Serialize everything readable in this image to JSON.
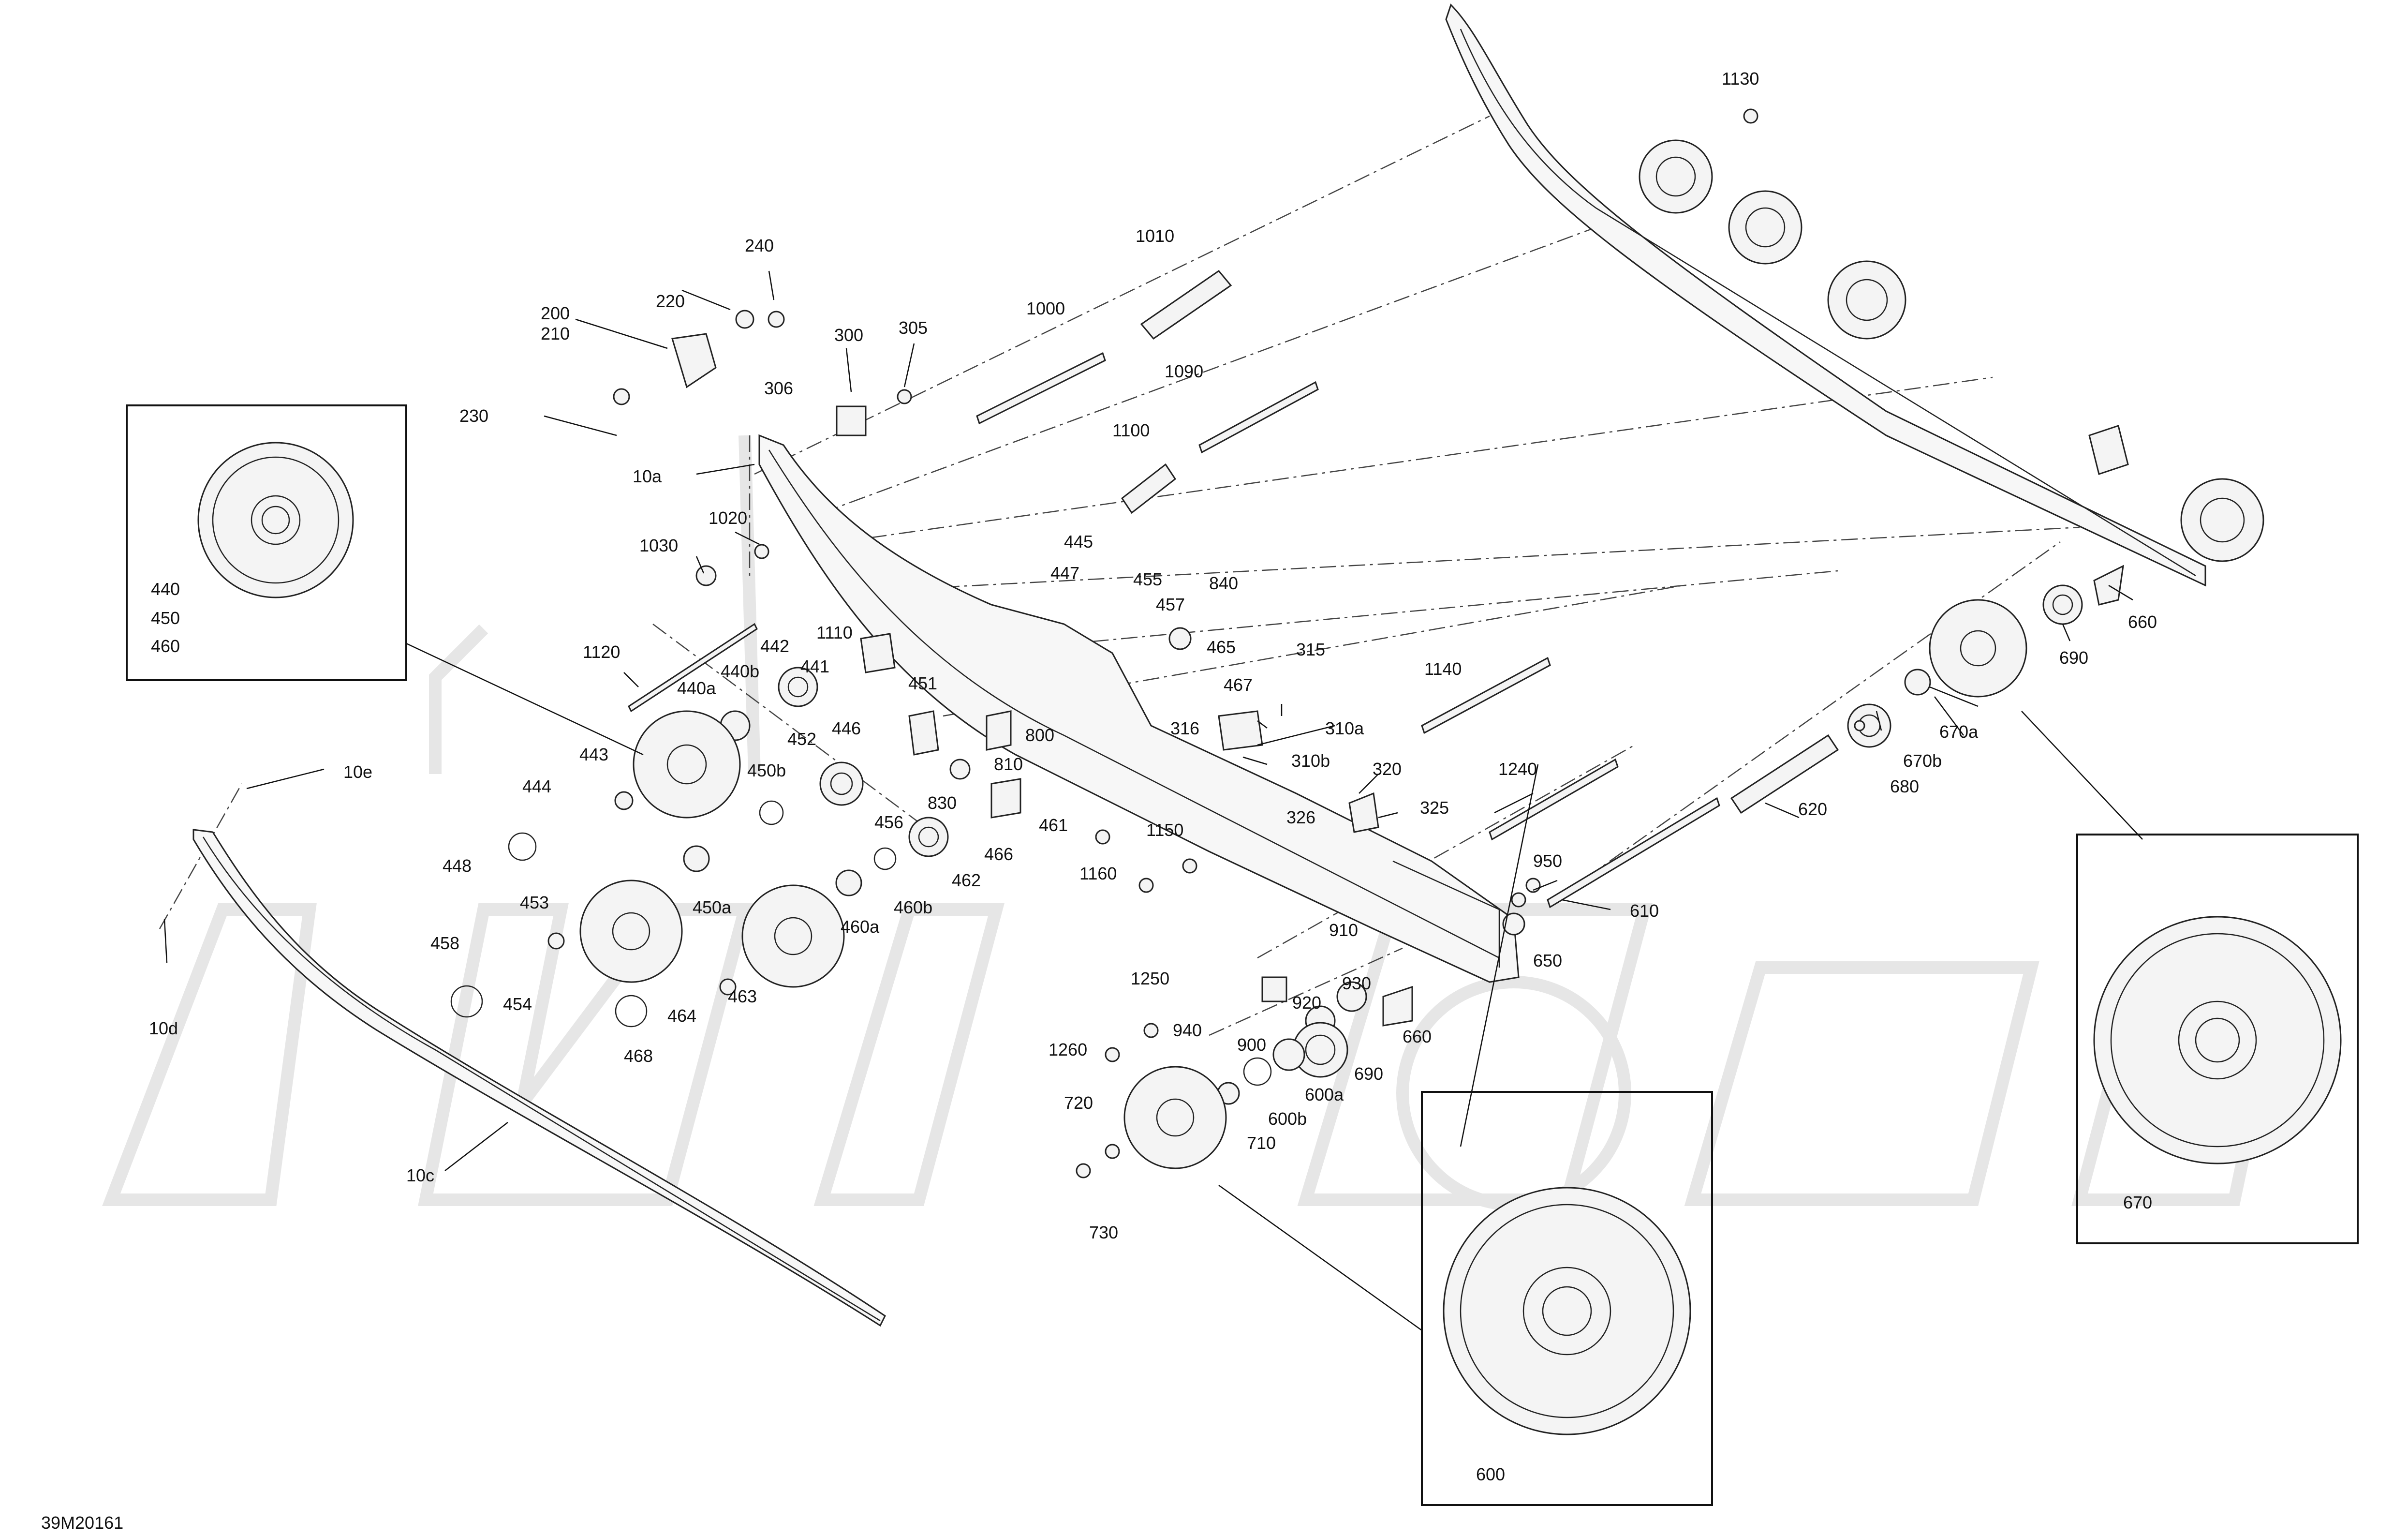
{
  "drawing_id": "39M20161",
  "labels": [
    {
      "key": "l1130",
      "text": "1130"
    },
    {
      "key": "l1010",
      "text": "1010"
    },
    {
      "key": "l1000",
      "text": "1000"
    },
    {
      "key": "l1090",
      "text": "1090"
    },
    {
      "key": "l1100",
      "text": "1100"
    },
    {
      "key": "l240",
      "text": "240"
    },
    {
      "key": "l220",
      "text": "220"
    },
    {
      "key": "l200",
      "text": "200"
    },
    {
      "key": "l210",
      "text": "210"
    },
    {
      "key": "l300",
      "text": "300"
    },
    {
      "key": "l305",
      "text": "305"
    },
    {
      "key": "l306",
      "text": "306"
    },
    {
      "key": "l230",
      "text": "230"
    },
    {
      "key": "l10a",
      "text": "10a"
    },
    {
      "key": "l1020",
      "text": "1020"
    },
    {
      "key": "l1030",
      "text": "1030"
    },
    {
      "key": "l445",
      "text": "445"
    },
    {
      "key": "l447",
      "text": "447"
    },
    {
      "key": "l455",
      "text": "455"
    },
    {
      "key": "l457",
      "text": "457"
    },
    {
      "key": "l840",
      "text": "840"
    },
    {
      "key": "l1110",
      "text": "1110"
    },
    {
      "key": "l1120",
      "text": "1120"
    },
    {
      "key": "l442",
      "text": "442"
    },
    {
      "key": "l441",
      "text": "441"
    },
    {
      "key": "l440b",
      "text": "440b"
    },
    {
      "key": "l440a",
      "text": "440a"
    },
    {
      "key": "l451",
      "text": "451"
    },
    {
      "key": "l446",
      "text": "446"
    },
    {
      "key": "l465",
      "text": "465"
    },
    {
      "key": "l467",
      "text": "467"
    },
    {
      "key": "l315",
      "text": "315"
    },
    {
      "key": "l1140",
      "text": "1140"
    },
    {
      "key": "l316",
      "text": "316"
    },
    {
      "key": "l310a",
      "text": "310a"
    },
    {
      "key": "l310b",
      "text": "310b"
    },
    {
      "key": "l800",
      "text": "800"
    },
    {
      "key": "l810",
      "text": "810"
    },
    {
      "key": "l452",
      "text": "452"
    },
    {
      "key": "l450b",
      "text": "450b"
    },
    {
      "key": "l443",
      "text": "443"
    },
    {
      "key": "l444",
      "text": "444"
    },
    {
      "key": "l456",
      "text": "456"
    },
    {
      "key": "l830",
      "text": "830"
    },
    {
      "key": "l461",
      "text": "461"
    },
    {
      "key": "l320",
      "text": "320"
    },
    {
      "key": "l325",
      "text": "325"
    },
    {
      "key": "l326",
      "text": "326"
    },
    {
      "key": "l1240",
      "text": "1240"
    },
    {
      "key": "l620",
      "text": "620"
    },
    {
      "key": "l680",
      "text": "680"
    },
    {
      "key": "l670b",
      "text": "670b"
    },
    {
      "key": "l670a",
      "text": "670a"
    },
    {
      "key": "l690a",
      "text": "690"
    },
    {
      "key": "l660a",
      "text": "660"
    },
    {
      "key": "l10e",
      "text": "10e"
    },
    {
      "key": "l448",
      "text": "448"
    },
    {
      "key": "l466",
      "text": "466"
    },
    {
      "key": "l462",
      "text": "462"
    },
    {
      "key": "l1150",
      "text": "1150"
    },
    {
      "key": "l1160",
      "text": "1160"
    },
    {
      "key": "l950",
      "text": "950"
    },
    {
      "key": "l610",
      "text": "610"
    },
    {
      "key": "l450a",
      "text": "450a"
    },
    {
      "key": "l460a",
      "text": "460a"
    },
    {
      "key": "l460b",
      "text": "460b"
    },
    {
      "key": "l453",
      "text": "453"
    },
    {
      "key": "l458",
      "text": "458"
    },
    {
      "key": "l454",
      "text": "454"
    },
    {
      "key": "l464",
      "text": "464"
    },
    {
      "key": "l463",
      "text": "463"
    },
    {
      "key": "l468",
      "text": "468"
    },
    {
      "key": "l10d",
      "text": "10d"
    },
    {
      "key": "l910",
      "text": "910"
    },
    {
      "key": "l650",
      "text": "650"
    },
    {
      "key": "l930",
      "text": "930"
    },
    {
      "key": "l1250",
      "text": "1250"
    },
    {
      "key": "l940",
      "text": "940"
    },
    {
      "key": "l920",
      "text": "920"
    },
    {
      "key": "l660b",
      "text": "660"
    },
    {
      "key": "l1260",
      "text": "1260"
    },
    {
      "key": "l900",
      "text": "900"
    },
    {
      "key": "l690b",
      "text": "690"
    },
    {
      "key": "l600a",
      "text": "600a"
    },
    {
      "key": "l600b",
      "text": "600b"
    },
    {
      "key": "l710",
      "text": "710"
    },
    {
      "key": "l720",
      "text": "720"
    },
    {
      "key": "l730",
      "text": "730"
    },
    {
      "key": "l10c",
      "text": "10c"
    },
    {
      "key": "l440",
      "text": "440"
    },
    {
      "key": "l450",
      "text": "450"
    },
    {
      "key": "l460",
      "text": "460"
    },
    {
      "key": "l600",
      "text": "600"
    },
    {
      "key": "l670",
      "text": "670"
    }
  ]
}
